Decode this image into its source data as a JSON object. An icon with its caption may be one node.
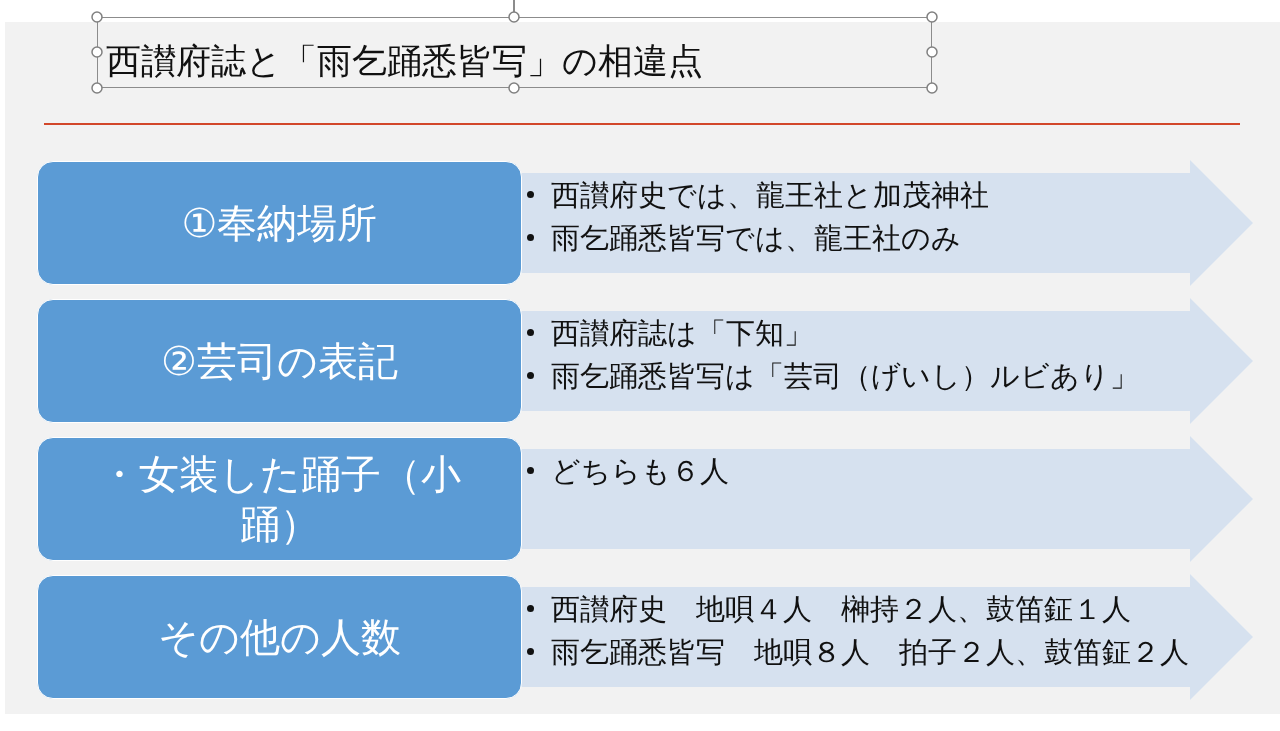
{
  "diagram": {
    "title": "西讃府誌と「雨乞踊悉皆写」の相違点",
    "nodes": [
      {
        "text": [
          "①奉納場所"
        ]
      },
      {
        "text": [
          "西讃府史では、龍王社と加茂神社",
          "雨乞踊悉皆写では、龍王社のみ"
        ]
      },
      {
        "text": [
          "②芸司の表記"
        ]
      },
      {
        "text": [
          "西讃府誌は「下知」",
          "雨乞踊悉皆写は「芸司（げいし）ルビあり」"
        ]
      },
      {
        "text": [
          "・女装した踊子（小踊）"
        ]
      },
      {
        "text": [
          "どちらも６人"
        ]
      },
      {
        "text": [
          "その他の人数"
        ]
      },
      {
        "text": [
          "西讃府史　地唄４人　榊持２人、鼓笛鉦１人",
          "雨乞踊悉皆写　地唄８人　拍子２人、鼓笛鉦２人"
        ]
      }
    ]
  }
}
